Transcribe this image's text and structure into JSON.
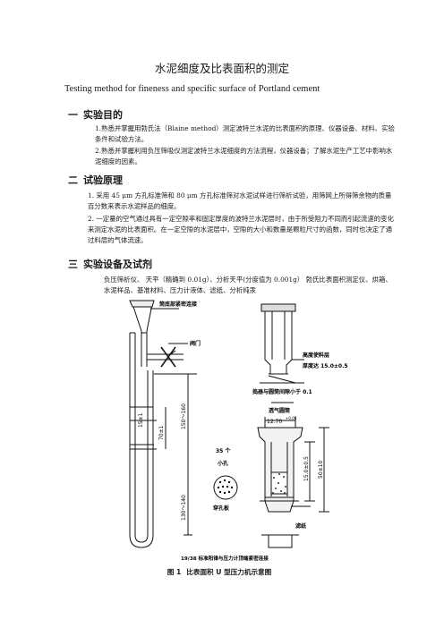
{
  "doc": {
    "title": "水泥细度及比表面积的测定",
    "subtitle": "Testing method for fineness and specific surface of Portland cement",
    "sections": [
      {
        "num": "一",
        "heading": "实验目的",
        "items": [
          "1.熟悉并掌握用勃氏法（Blaine method）测定波特兰水泥的比表面积的原理、仪器设备、材料、实验条件和试验方法。",
          "2.熟悉并掌握利用负压筛吸仪测定波特兰水泥细度的方法流程，仪器设备；了解水泥生产工艺中影响水泥细度的因素。"
        ]
      },
      {
        "num": "二",
        "heading": "试验原理",
        "items": [
          "1.  采用 45 μm 方孔标准筛和 80 μm 方孔标准筛对水泥试样进行筛析试验，用筛网上所得筛余物的质量百分数来表示水泥样品的细度。",
          "2.  一定量的空气通过具有一定空隙率和固定厚度的波特兰水泥层时，由于所受阻力不同而引起流速的变化来测定水泥的比表面积。在一定空隙的水泥层中，空隙的大小和数量是颗粒尺寸的函数，同时也决定了通过料层的气体流速。"
        ]
      },
      {
        "num": "三",
        "heading": "实验设备及试剂",
        "items": [
          "负压筛析仪、 天平（精确到 0.01g）、分析天平(分度值为 0.001g） 勃氏比表面积测定仪、烘箱、水泥样品、基准材料、压力计液体、滤纸、分析纯汞"
        ]
      }
    ]
  },
  "figure": {
    "label_top": "筒底部紧密连接",
    "label_valve": "阀门",
    "dim_150_160": "150～160",
    "dim_70": "70±1",
    "dim_15": "15±1",
    "dim_130_140": "130～140",
    "label_height1": "高度使料层",
    "label_height2": "厚度达 15.0±0.5",
    "label_gap": "捣器与圆筒间隙小于 0.1",
    "label_vent": "透气圆筒",
    "dim_1270": "12.70",
    "dim_1270_tol": "+0.05",
    "dim_150": "15.0±0.5",
    "dim_50": "50±10",
    "label_holes1": "35 个",
    "label_holes2": "小孔",
    "label_plate": "穿孔板",
    "label_filter": "滤纸",
    "label_bottom": "19/38 标准阳锥与压力计顶端紧密连接",
    "caption_num": "图 1",
    "caption_text": "比表面积 U 型压力机示意图"
  }
}
